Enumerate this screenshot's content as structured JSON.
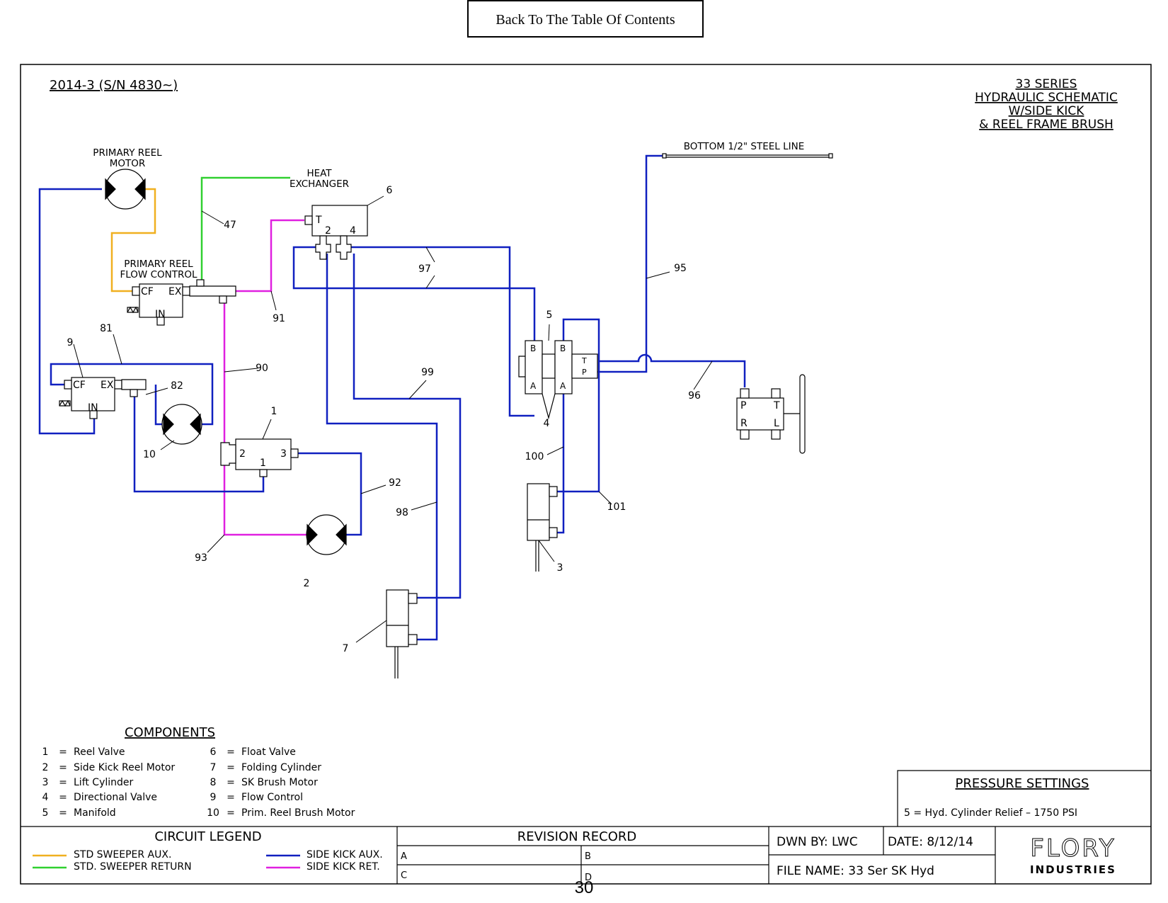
{
  "toc_button": {
    "label": "Back To The Table Of Contents"
  },
  "header": {
    "revision": "2014-3 (S/N 4830~)",
    "title_lines": [
      "33 SERIES",
      "HYDRAULIC SCHEMATIC",
      "W/SIDE KICK",
      "& REEL FRAME BRUSH"
    ]
  },
  "labels": {
    "primary_reel_motor": [
      "PRIMARY REEL",
      "MOTOR"
    ],
    "heat_exchanger": [
      "HEAT",
      "EXCHANGER"
    ],
    "primary_reel_flow_control": [
      "PRIMARY REEL",
      "FLOW CONTROL"
    ],
    "bottom_line": "BOTTOM 1/2\" STEEL LINE"
  },
  "port_labels": {
    "cf": "CF",
    "ex": "EX",
    "in": "IN",
    "t": "T",
    "p": "P",
    "r": "R",
    "l": "L",
    "a": "A",
    "b": "B",
    "one": "1",
    "two": "2",
    "three": "3",
    "four": "4"
  },
  "callouts": {
    "n1": "1",
    "n2": "2",
    "n3": "3",
    "n4": "4",
    "n5": "5",
    "n6": "6",
    "n7": "7",
    "n9": "9",
    "n10": "10",
    "n47": "47",
    "n81": "81",
    "n82": "82",
    "n90": "90",
    "n91": "91",
    "n92": "92",
    "n93": "93",
    "n95": "95",
    "n96": "96",
    "n97": "97",
    "n98": "98",
    "n99": "99",
    "n100": "100",
    "n101": "101"
  },
  "components": {
    "title": "COMPONENTS",
    "left": [
      {
        "num": "1",
        "eq": "=",
        "name": "Reel Valve"
      },
      {
        "num": "2",
        "eq": "=",
        "name": "Side Kick Reel Motor"
      },
      {
        "num": "3",
        "eq": "=",
        "name": "Lift Cylinder"
      },
      {
        "num": "4",
        "eq": "=",
        "name": "Directional Valve"
      },
      {
        "num": "5",
        "eq": "=",
        "name": "Manifold"
      }
    ],
    "right": [
      {
        "num": "6",
        "eq": "=",
        "name": "Float Valve"
      },
      {
        "num": "7",
        "eq": "=",
        "name": "Folding Cylinder"
      },
      {
        "num": "8",
        "eq": "=",
        "name": "SK Brush Motor"
      },
      {
        "num": "9",
        "eq": "=",
        "name": "Flow Control"
      },
      {
        "num": "10",
        "eq": "=",
        "name": "Prim. Reel Brush Motor"
      }
    ]
  },
  "pressure": {
    "title": "PRESSURE SETTINGS",
    "line": "5 = Hyd. Cylinder Relief – 1750 PSI"
  },
  "circuit_legend": {
    "title": "CIRCUIT LEGEND",
    "items": [
      {
        "label": "STD SWEEPER AUX.",
        "color": "#f0b020"
      },
      {
        "label": "STD. SWEEPER RETURN",
        "color": "#30d030"
      },
      {
        "label": "SIDE KICK AUX.",
        "color": "#1020c0"
      },
      {
        "label": "SIDE KICK RET.",
        "color": "#e020e0"
      }
    ]
  },
  "revision_record": {
    "title": "REVISION RECORD",
    "a": "A",
    "b": "B",
    "c": "C",
    "d": "D"
  },
  "title_block": {
    "drawn_by": "DWN BY: LWC",
    "date": "DATE: 8/12/14",
    "file_name": "FILE NAME: 33 Ser SK Hyd",
    "company": "FLORY",
    "company_sub": "INDUSTRIES"
  },
  "colors": {
    "yellow": "#f0b020",
    "green": "#30d030",
    "blue": "#1020c0",
    "magenta": "#e020e0"
  },
  "page_number": "30"
}
